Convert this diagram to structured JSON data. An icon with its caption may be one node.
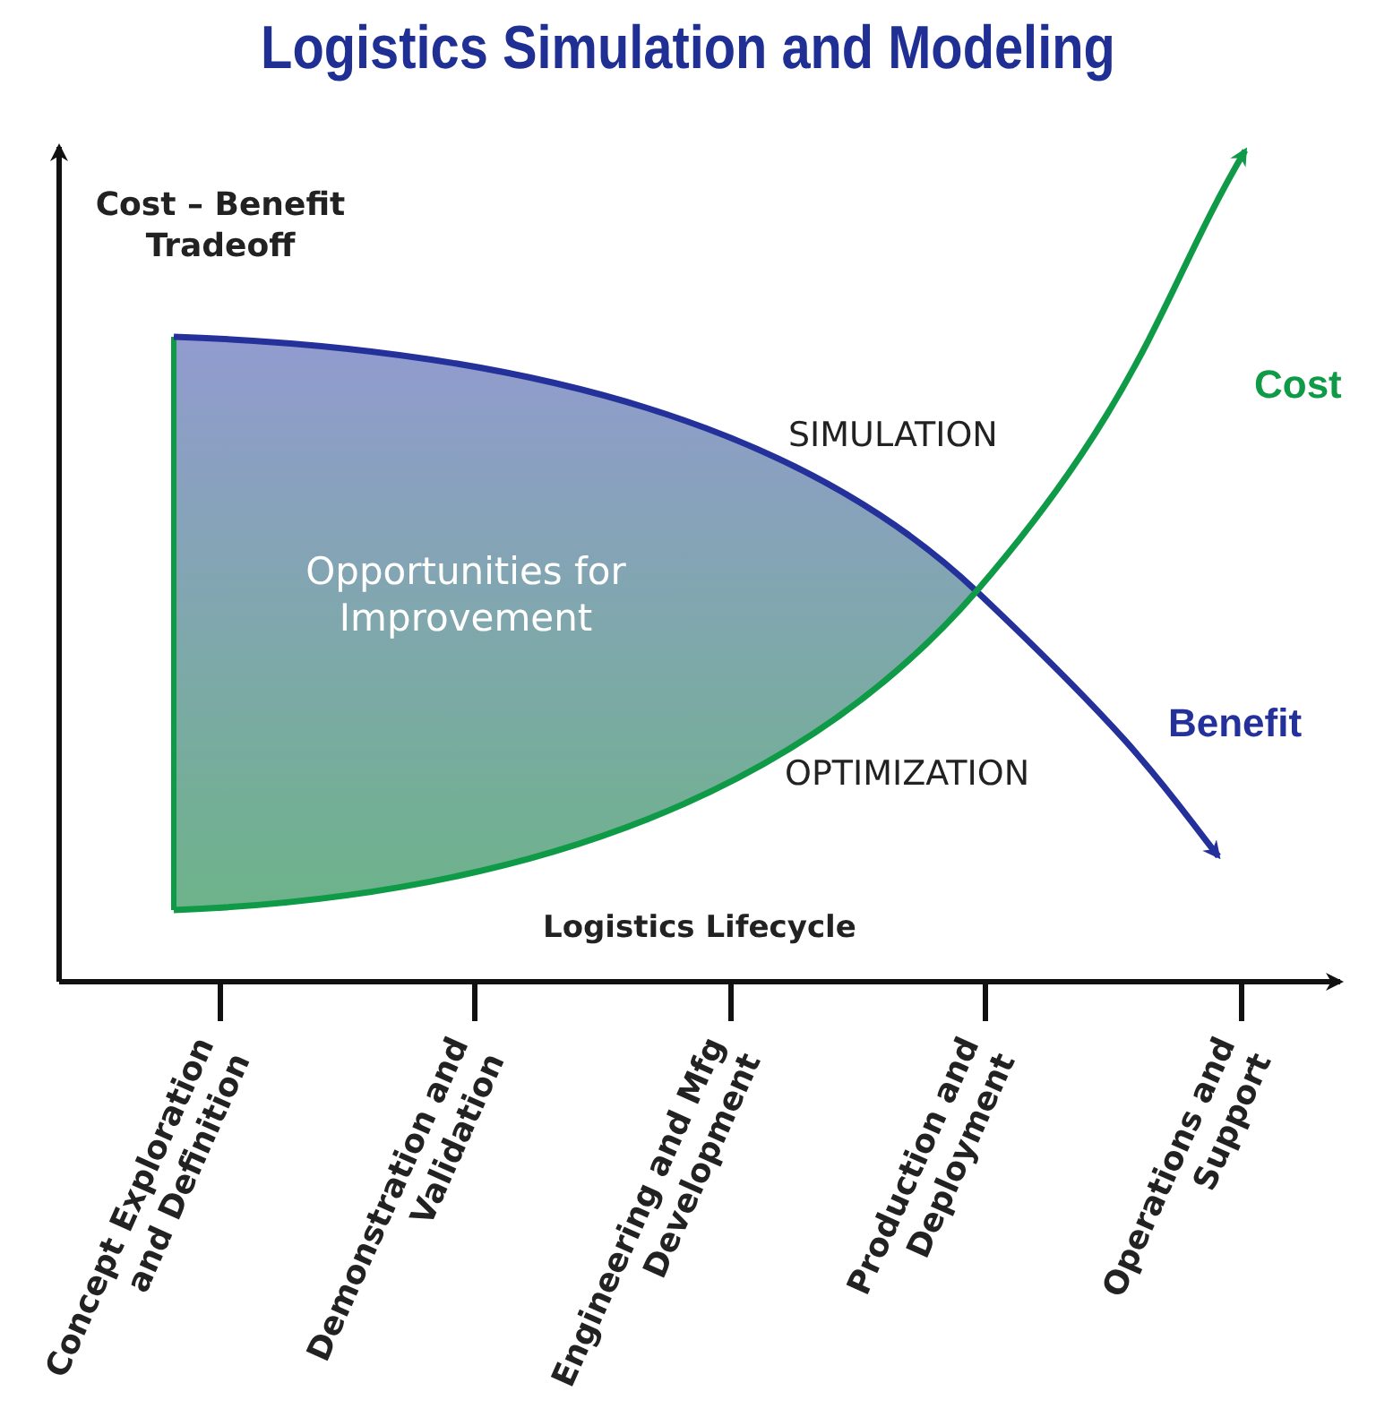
{
  "diagram": {
    "title": "Logistics Simulation and Modeling",
    "labels": [
      "Cost – Benefit Tradeoff",
      "Cost",
      "SIMULATION",
      "Opportunities for Improvement",
      "Benefit",
      "OPTIMIZATION",
      "Logistics Lifecycle",
      "Concept Exploration and Definition",
      "Demonstration and Validation",
      "Engineering and Mfg Development",
      "Production and Deployment",
      "Operations and Support"
    ]
  }
}
